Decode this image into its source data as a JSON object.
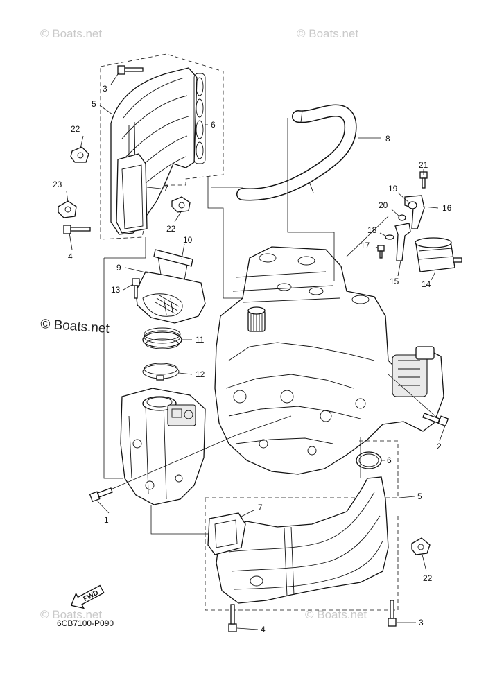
{
  "diagram": {
    "drawing_code": "6CB7100-P090",
    "fwd_label": "FWD",
    "watermarks": {
      "main": "© Boats.net",
      "faint": "© Boats.net"
    },
    "callouts": [
      "1",
      "2",
      "3",
      "4",
      "5",
      "6",
      "7",
      "8",
      "9",
      "10",
      "11",
      "12",
      "13",
      "14",
      "15",
      "16",
      "17",
      "18",
      "19",
      "20",
      "21",
      "22",
      "23",
      "6",
      "7",
      "5",
      "22",
      "3",
      "4"
    ]
  }
}
